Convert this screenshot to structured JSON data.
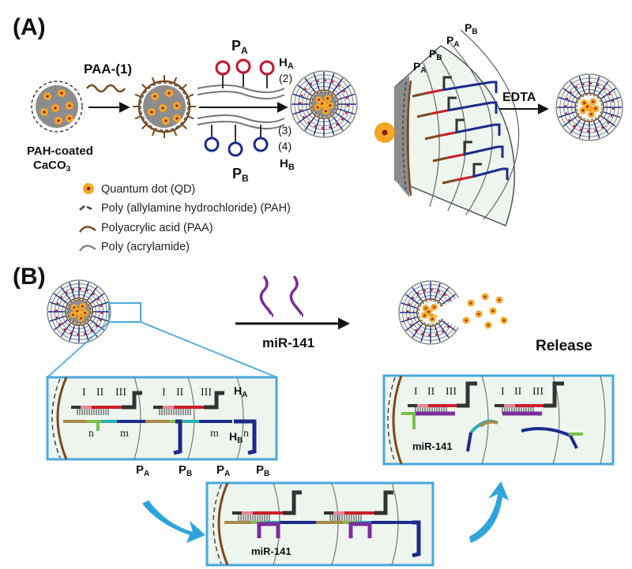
{
  "panel_a": {
    "label": "(A)",
    "step1_label": "PAA-(1)",
    "core_label_line1": "PAH-coated",
    "core_label_line2": "CaCO",
    "core_label_sub": "3",
    "pa_main": "P",
    "pa_sub": "A",
    "pb_main": "P",
    "pb_sub": "B",
    "ha_main": "H",
    "ha_sub": "A",
    "hb_main": "H",
    "hb_sub": "B",
    "num2": "(2)",
    "num3": "(3)",
    "num4": "(4)",
    "edta_label": "EDTA",
    "layer_labels": [
      {
        "main": "P",
        "sub": "A"
      },
      {
        "main": "P",
        "sub": "B"
      },
      {
        "main": "P",
        "sub": "A"
      },
      {
        "main": "P",
        "sub": "B"
      }
    ]
  },
  "legend": [
    {
      "icon": "quantum-dot-icon",
      "text": "Quantum dot (QD)"
    },
    {
      "icon": "pah-dashed-icon",
      "text": "Poly (allylamine hydrochloride) (PAH)"
    },
    {
      "icon": "paa-curve-icon",
      "text": "Polyacrylic acid (PAA)"
    },
    {
      "icon": "pam-curve-icon",
      "text": "Poly (acrylamide)"
    }
  ],
  "panel_b": {
    "label": "(B)",
    "trigger_label": "miR-141",
    "release_label": "Release",
    "detail": {
      "segment_I": "I",
      "segment_II": "II",
      "segment_III": "III",
      "n": "n",
      "m": "m",
      "ha_main": "H",
      "ha_sub": "A",
      "hb_main": "H",
      "hb_sub": "B"
    },
    "bottom_labels": [
      {
        "main": "P",
        "sub": "A"
      },
      {
        "main": "P",
        "sub": "B"
      },
      {
        "main": "P",
        "sub": "A"
      },
      {
        "main": "P",
        "sub": "B"
      }
    ],
    "mir_box_label": "miR-141",
    "mir_release_label": "miR-141"
  },
  "colors": {
    "core_gray": "#8c8c8c",
    "qd_orange": "#f5a623",
    "qd_center": "#8a1c1c",
    "paa_brown": "#7a4a1e",
    "box_blue": "#4aa8dc",
    "box_fill": "#eef5ee",
    "hairpin_red": "#c8102e",
    "hairpin_blue": "#1c2a8c",
    "strand_gray": "#444444",
    "mirna_purple": "#7b2d9c",
    "arrow_cyan": "#2ea4dc",
    "seg_pink": "#e8859a",
    "seg_red": "#d01c2c",
    "seg_green": "#7cc04a",
    "seg_teal": "#2bb3b3",
    "seg_olive": "#a58a4c",
    "seg_navy": "#1c2a8c",
    "seg_dark": "#333333"
  }
}
